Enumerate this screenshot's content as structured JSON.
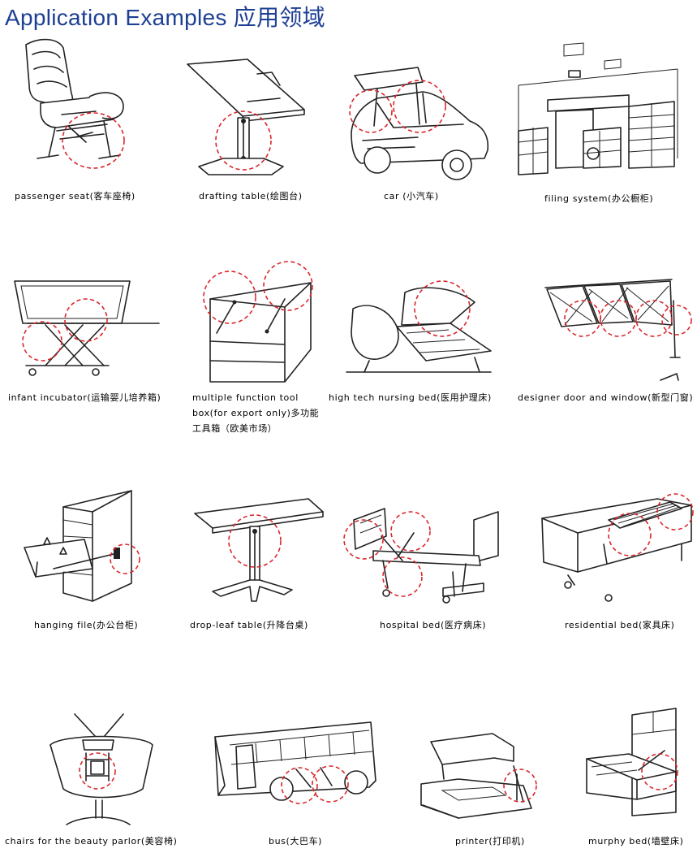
{
  "page": {
    "title": "Application Examples 应用领域"
  },
  "examples": [
    {
      "label": "passenger seat(客车座椅)",
      "icon": "passenger-seat-illustration"
    },
    {
      "label": "drafting table(绘图台)",
      "icon": "drafting-table-illustration"
    },
    {
      "label": "car (小汽车)",
      "icon": "car-illustration"
    },
    {
      "label": "filing system(办公橱柜)",
      "icon": "filing-system-illustration"
    },
    {
      "label": "infant incubator(运输婴儿培养箱)",
      "icon": "infant-incubator-illustration"
    },
    {
      "label": "multiple function tool box(for export only)多功能工具箱（欧美市场）",
      "icon": "tool-box-illustration"
    },
    {
      "label": "high tech nursing bed(医用护理床)",
      "icon": "nursing-bed-illustration"
    },
    {
      "label": "designer door and window(新型门窗)",
      "icon": "door-window-illustration"
    },
    {
      "label": "hanging file(办公台柜)",
      "icon": "hanging-file-illustration"
    },
    {
      "label": "drop-leaf table(升降台桌)",
      "icon": "drop-leaf-table-illustration"
    },
    {
      "label": "hospital bed(医疗病床)",
      "icon": "hospital-bed-illustration"
    },
    {
      "label": "residential bed(家具床)",
      "icon": "residential-bed-illustration"
    },
    {
      "label": "chairs for the beauty parlor(美容椅)",
      "icon": "beauty-chair-illustration"
    },
    {
      "label": "bus(大巴车)",
      "icon": "bus-illustration"
    },
    {
      "label": "printer(打印机)",
      "icon": "printer-illustration"
    },
    {
      "label": "murphy bed(墙壁床)",
      "icon": "murphy-bed-illustration"
    }
  ],
  "colors": {
    "title": "#1d3f94",
    "highlight": "#d9262c",
    "ink": "#222222"
  }
}
